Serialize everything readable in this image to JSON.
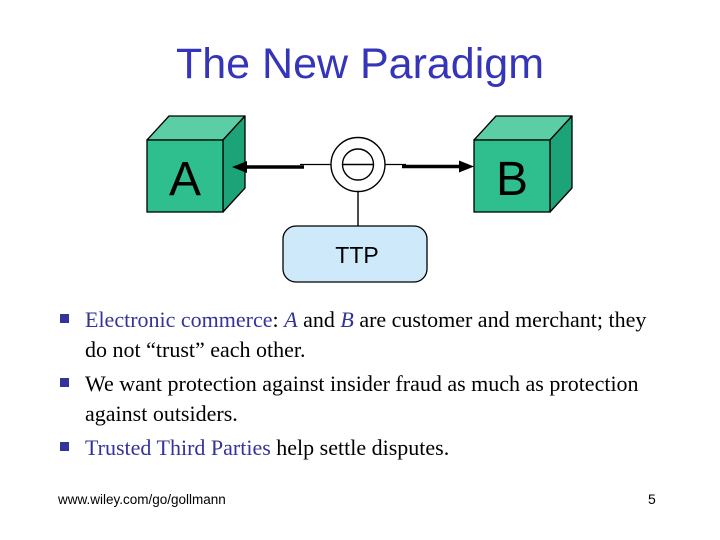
{
  "slide": {
    "title": "The New Paradigm",
    "footer": "www.wiley.com/go/gollmann",
    "page_number": "5"
  },
  "diagram": {
    "node_a_label": "A",
    "node_b_label": "B",
    "ttp_label": "TTP"
  },
  "bullets": [
    {
      "segments": [
        {
          "text": "Electronic commerce",
          "style": "blue"
        },
        {
          "text": ": ",
          "style": "normal"
        },
        {
          "text": "A",
          "style": "blue-italic"
        },
        {
          "text": " and ",
          "style": "normal"
        },
        {
          "text": "B",
          "style": "blue-italic"
        },
        {
          "text": " are customer and merchant; they do not “trust” each other.",
          "style": "normal"
        }
      ]
    },
    {
      "segments": [
        {
          "text": "We want protection against insider fraud as much as protection against outsiders.",
          "style": "normal"
        }
      ]
    },
    {
      "segments": [
        {
          "text": "Trusted Third Parties",
          "style": "blue"
        },
        {
          "text": " help settle disputes.",
          "style": "normal"
        }
      ]
    }
  ],
  "colors": {
    "title_blue": "#3535BA",
    "accent_blue": "#333399",
    "cube_top": "#5CCEA5",
    "cube_front": "#2FBE8E",
    "cube_side": "#1CA377",
    "ttp_fill": "#CDE9FA",
    "outline": "#000000"
  }
}
